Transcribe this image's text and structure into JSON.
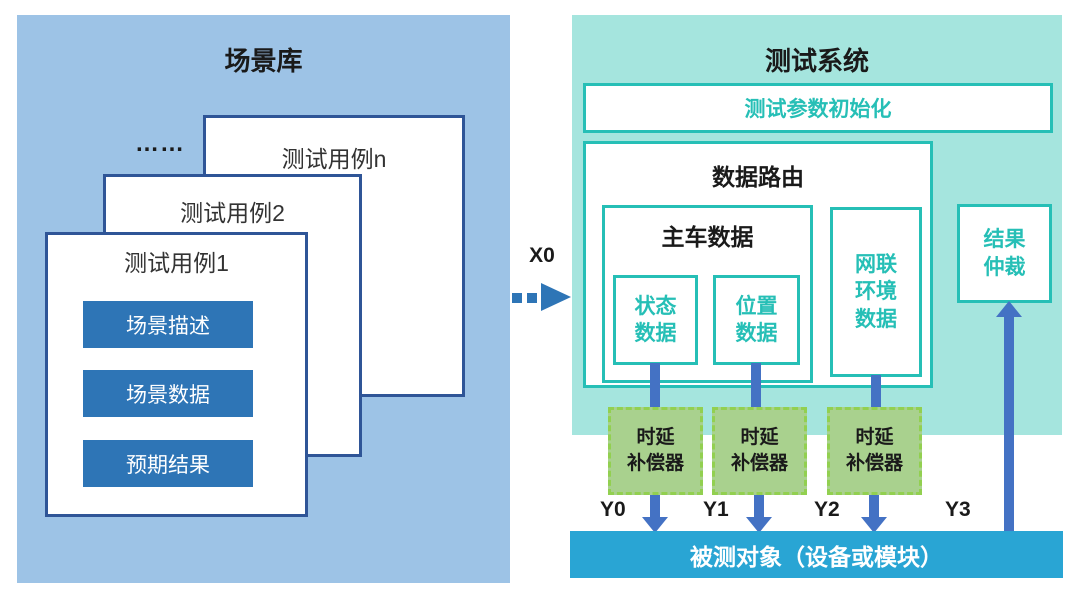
{
  "colors": {
    "left-panel": "#9DC3E6",
    "card-border": "#2F5597",
    "button-blue": "#2E75B6",
    "teal-panel": "#A5E5DE",
    "teal": "#26BFB6",
    "green-fill": "#A9D18E",
    "green-dash": "#92D050",
    "arrow-blue": "#4472C4",
    "bar-blue": "#29A5D4",
    "text-dark": "#1A1A1A"
  },
  "scenario_library": {
    "title": "场景库",
    "ellipsis": "……",
    "case_n": "测试用例n",
    "case_2": "测试用例2",
    "case_1": "测试用例1",
    "case_1_items": [
      "场景描述",
      "场景数据",
      "预期结果"
    ]
  },
  "connector_x0": "X0",
  "test_system": {
    "title": "测试系统",
    "param_init": "测试参数初始化",
    "data_router_title": "数据路由",
    "host_data_title": "主车数据",
    "state_data": "状态\n数据",
    "position_data": "位置\n数据",
    "network_env_data": "网联\n环境\n数据",
    "result_arbitration": "结果\n仲裁",
    "delay_compensator_1": "时延\n补偿器",
    "delay_compensator_2": "时延\n补偿器",
    "delay_compensator_3": "时延\n补偿器",
    "y0": "Y0",
    "y1": "Y1",
    "y2": "Y2",
    "y3": "Y3"
  },
  "dut_bar": "被测对象（设备或模块）"
}
